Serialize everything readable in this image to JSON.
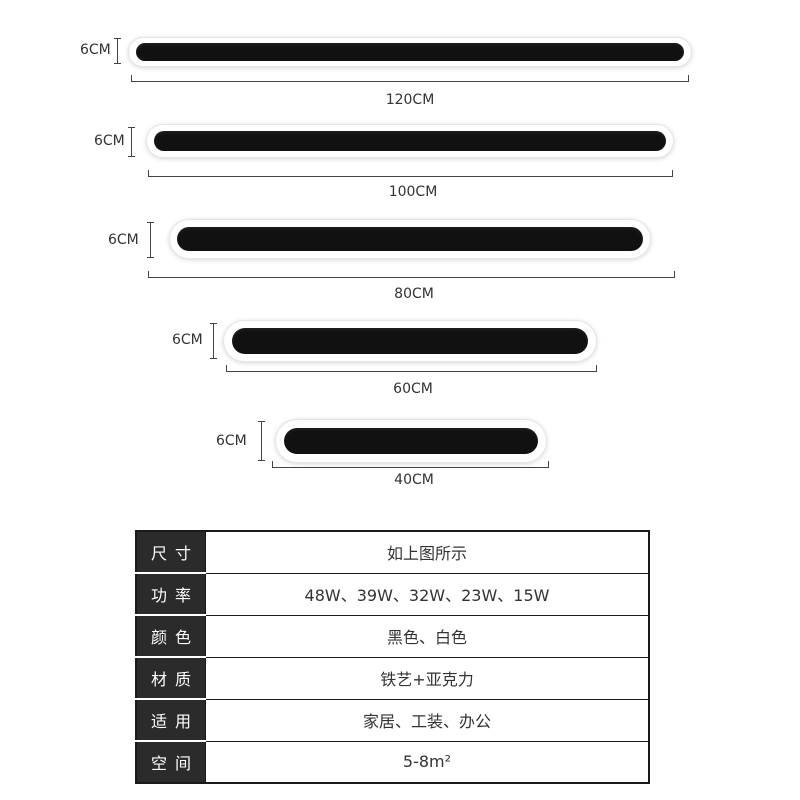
{
  "lamps": [
    {
      "height_label": "6CM",
      "length_label": "120CM"
    },
    {
      "height_label": "6CM",
      "length_label": "100CM"
    },
    {
      "height_label": "6CM",
      "length_label": "80CM"
    },
    {
      "height_label": "6CM",
      "length_label": "60CM"
    },
    {
      "height_label": "6CM",
      "length_label": "40CM"
    }
  ],
  "spec_table": {
    "rows": [
      {
        "key": "尺寸",
        "value": "如上图所示"
      },
      {
        "key": "功率",
        "value": "48W、39W、32W、23W、15W"
      },
      {
        "key": "颜色",
        "value": "黑色、白色"
      },
      {
        "key": "材质",
        "value": "铁艺+亚克力"
      },
      {
        "key": "适用",
        "value": "家居、工装、办公"
      },
      {
        "key": "空间",
        "value": "5-8m²"
      }
    ]
  },
  "colors": {
    "lamp_body": "#111111",
    "lamp_frame": "#ffffff",
    "table_header_bg": "#2b2b2b"
  }
}
